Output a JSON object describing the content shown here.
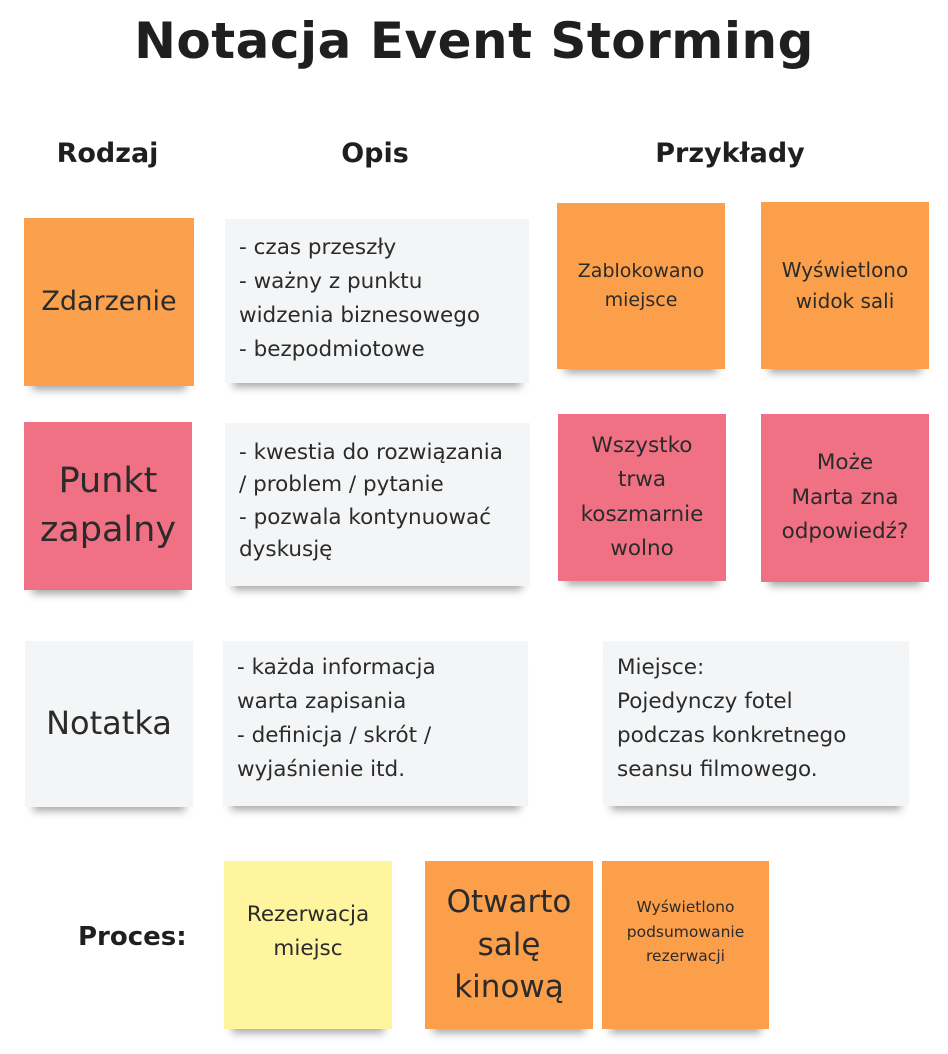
{
  "title": "Notacja Event Storming",
  "headers": {
    "kind": "Rodzaj",
    "desc": "Opis",
    "examples": "Przykłady"
  },
  "rows": {
    "event": {
      "kind": "Zdarzenie",
      "desc": "- czas przeszły\n- ważny z punktu\nwidzenia biznesowego\n- bezpodmiotowe",
      "examples": [
        "Zablokowano\nmiejsce",
        "Wyświetlono\nwidok sali"
      ]
    },
    "hotspot": {
      "kind": "Punkt\nzapalny",
      "desc": "- kwestia do rozwiązania\n/ problem / pytanie\n- pozwala kontynuować\ndyskusję",
      "examples": [
        "Wszystko\ntrwa\nkoszmarnie\nwolno",
        "Może\nMarta zna\nodpowiedź?"
      ]
    },
    "note": {
      "kind": "Notatka",
      "desc": "- każda informacja\nwarta zapisania\n- definicja / skrót /\nwyjaśnienie itd.",
      "example": "Miejsce:\nPojedynczy fotel\npodczas konkretnego\nseansu filmowego."
    }
  },
  "process": {
    "label": "Proces:",
    "items": [
      "Rezerwacja\nmiejsc",
      "Otwarto\nsalę\nkinową",
      "Wyświetlono\npodsumowanie\nrezerwacji"
    ]
  },
  "colors": {
    "event": "#fba04c",
    "hotspot": "#ef7183",
    "note": "#f4f5f6",
    "command": "#fff59f"
  }
}
